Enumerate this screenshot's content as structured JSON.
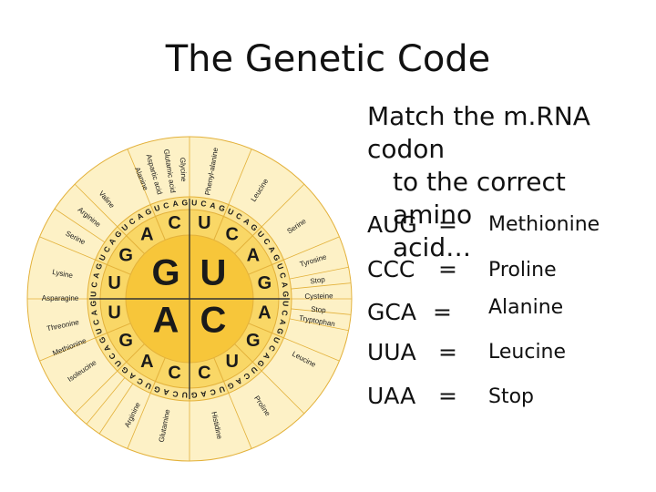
{
  "title": "The Genetic Code",
  "prompt": {
    "line1": "Match the m.RNA codon",
    "line2": "to the correct amino",
    "line3": "acid…"
  },
  "answers": [
    {
      "codon": "AUG",
      "eq": "=",
      "amino": "Methionine"
    },
    {
      "codon": "CCC",
      "eq": "=",
      "amino": "Proline"
    },
    {
      "codon": "GCA",
      "eq": "=",
      "amino": "Alanine"
    },
    {
      "codon": "UUA",
      "eq": "=",
      "amino": "Leucine"
    },
    {
      "codon": "UAA",
      "eq": "=",
      "amino": "Stop"
    }
  ],
  "wheel": {
    "center": [
      "G",
      "U",
      "A",
      "C"
    ],
    "second": [
      "U",
      "C",
      "A",
      "G",
      "A",
      "G",
      "U",
      "C",
      "C",
      "A",
      "G",
      "U",
      "U",
      "G",
      "A",
      "C"
    ],
    "third": "UCAGUCAGUCAGUCAGUCAGUCAGUCAGUCAGUCAGUCAGUCAGUCAGUCAGUCAGUCAGUCAG",
    "amino_labels": [
      "Phenyl-alanine",
      "Leucine",
      "Serine",
      "Tyrosine",
      "Stop",
      "Cysteine",
      "Stop",
      "Tryptophan",
      "Leucine",
      "Proline",
      "Histidine",
      "Glutamine",
      "Arginine",
      "Isoleucine",
      "Methionine",
      "Threonine",
      "Asparagine",
      "Lysine",
      "Serine",
      "Arginine",
      "Valine",
      "Alanine",
      "Aspartic acid",
      "Glutamic acid",
      "Glycine"
    ],
    "colors": {
      "center": "#f7c63a",
      "ring2": "#f9d766",
      "ring3": "#fbe494",
      "outer": "#fdf1c6",
      "line": "#e3b13a",
      "text": "#1a1a1a"
    }
  }
}
